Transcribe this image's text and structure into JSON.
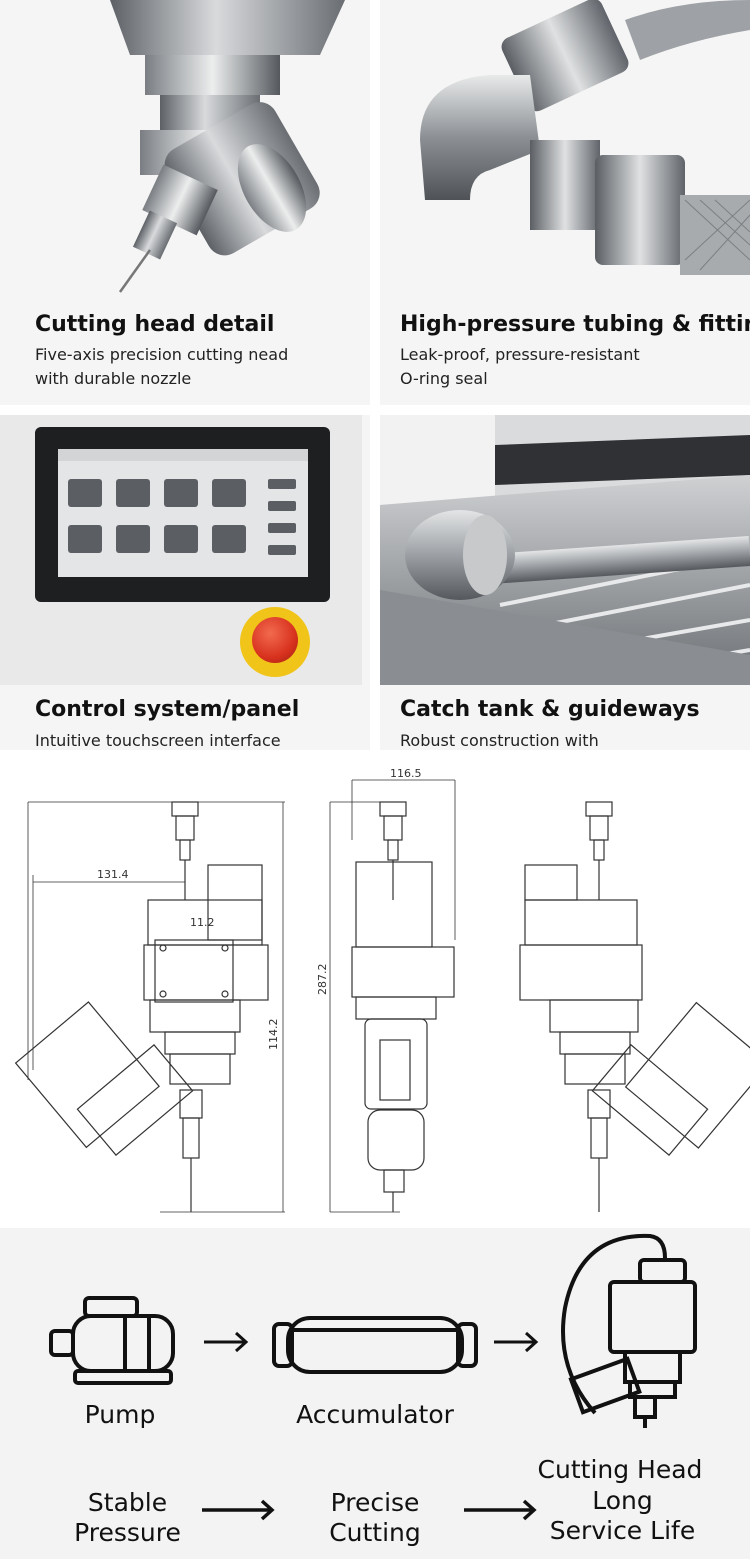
{
  "panels": [
    {
      "title": "Cutting head detail",
      "subtitle_lines": [
        "Five-axis precision cutting nead",
        "with durable nozzle"
      ]
    },
    {
      "title": "High-pressure tubing & fitting",
      "subtitle_lines": [
        "Leak-proof, pressure-resistant",
        "O-ring seal"
      ]
    },
    {
      "title": "Control system/panel",
      "subtitle_lines": [
        "Intuitive touchscreen interface"
      ]
    },
    {
      "title": "Catch tank & guideways",
      "subtitle_lines": [
        "Robust construction with"
      ]
    }
  ],
  "drawing": {
    "dim_top_width": "116.5",
    "dim_offset": "131.4",
    "dim_flange": "11.2",
    "dim_height_left": "114.2",
    "dim_height_mid": "287.2"
  },
  "flow": {
    "pump": "Pump",
    "accumulator": "Accumulator",
    "cutting_head": "Cutting Head",
    "stable_pressure_l1": "Stable",
    "stable_pressure_l2": "Pressure",
    "precise_cutting_l1": "Precise",
    "precise_cutting_l2": "Cutting",
    "service_life_l1": "Long",
    "service_life_l2": "Service Life"
  },
  "icons": [
    "emergency-stop-icon",
    "touchscreen-icon",
    "pump-icon",
    "accumulator-icon",
    "cutting-head-icon",
    "arrow-right-icon"
  ],
  "colors": {
    "stop_red": "#d8321e",
    "stop_yellow": "#f0c419",
    "panel_bg": "#f4f4f4",
    "metal": "#9a9ea3"
  }
}
